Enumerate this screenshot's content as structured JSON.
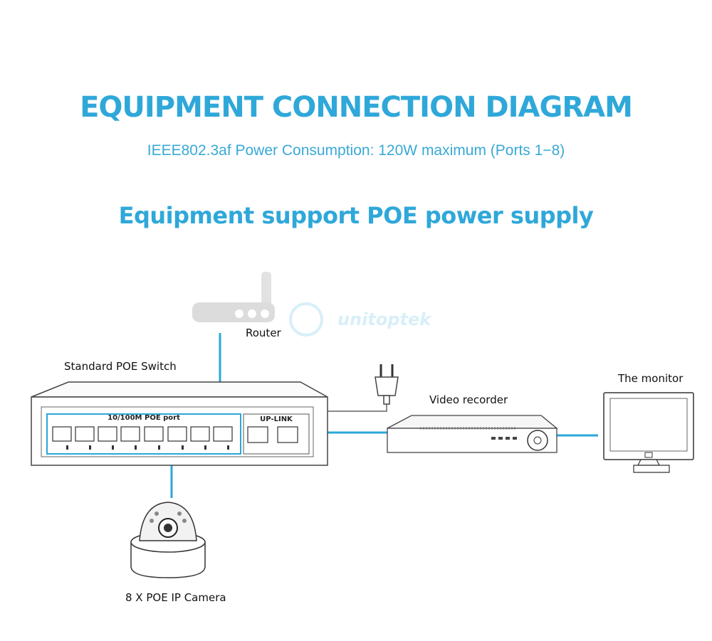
{
  "title": "EQUIPMENT CONNECTION DIAGRAM",
  "subtitle": "IEEE802.3af Power Consumption: 120W maximum (Ports 1−8)",
  "heading": "Equipment support POE power supply",
  "devices": {
    "router": "Router",
    "switch": "Standard POE Switch",
    "recorder": "Video recorder",
    "monitor": "The monitor",
    "camera": "8 X POE IP Camera"
  },
  "switch_panel": {
    "poe_port_label": "10/100M POE port",
    "uplink_label": "UP-LINK"
  },
  "watermark": "unitoptek",
  "colors": {
    "accent": "#2fa8d9",
    "connection_line": "#2aa7d8",
    "power_line": "#888888"
  },
  "icons": [
    "router-icon",
    "poe-switch-icon",
    "power-plug-icon",
    "video-recorder-icon",
    "monitor-icon",
    "dome-camera-icon"
  ]
}
